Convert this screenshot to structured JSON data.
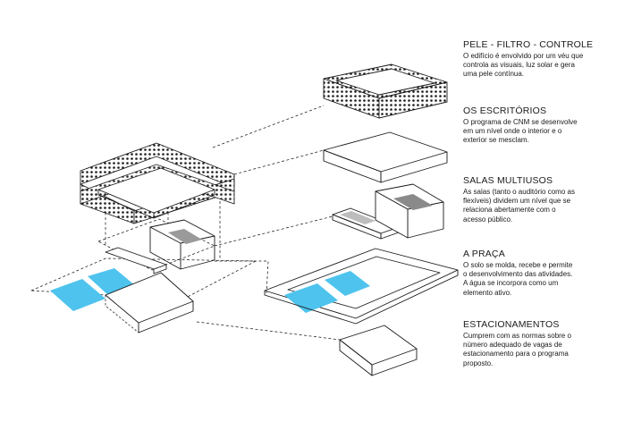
{
  "colors": {
    "line": "#1a1a1a",
    "water": "#4ec3ee",
    "shade_dark": "#8c8c8c",
    "shade_light": "#d6d6d6"
  },
  "layers": [
    {
      "title": "PELE - FILTRO - CONTROLE",
      "lines": [
        "O edifício é envolvido por um véu que",
        "controla as visuais, luz solar e gera",
        "uma pele contínua."
      ]
    },
    {
      "title": "OS ESCRITÓRIOS",
      "lines": [
        "O programa de CNM se desenvolve",
        "em um nível onde o interior e o",
        "exterior se mesclam."
      ]
    },
    {
      "title": "SALAS MULTIUSOS",
      "lines": [
        "As salas (tanto o auditório como as",
        "flexíveis) dividem um nível que se",
        "relaciona abertamente com o",
        "acesso público."
      ]
    },
    {
      "title": "A PRAÇA",
      "lines": [
        "O solo se molda, recebe e permite",
        "o desenvolvimento das atividades.",
        "A água se incorpora como um",
        "elemento ativo."
      ]
    },
    {
      "title": "ESTACIONAMENTOS",
      "lines": [
        "Cumprem com as normas sobre o",
        "número adequado de vagas de",
        "estacionamento para o programa",
        "proposto."
      ]
    }
  ]
}
